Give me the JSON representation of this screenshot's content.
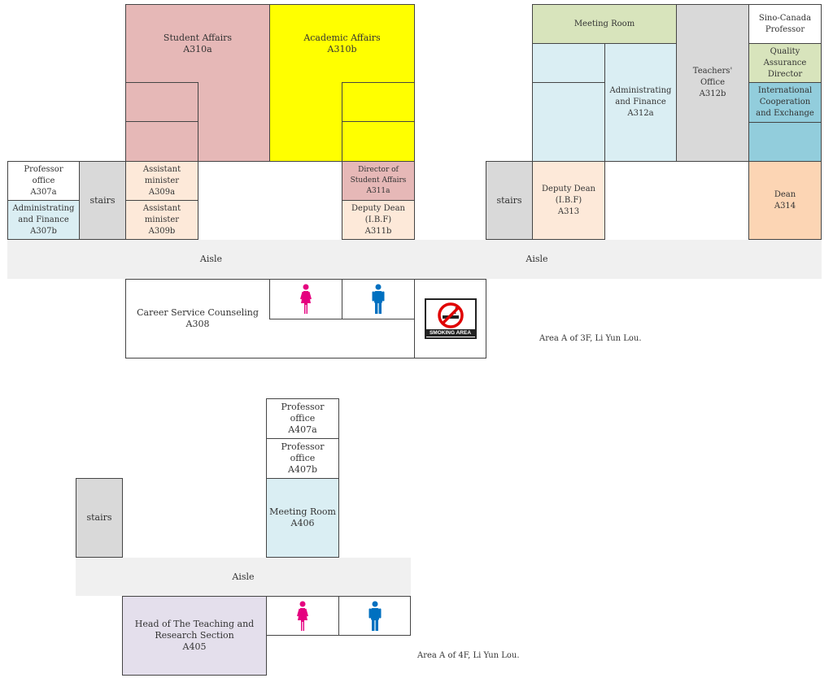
{
  "colors": {
    "pink": "#e6b8b7",
    "yellow": "#ffff00",
    "peach_light": "#fde9d9",
    "blue_light": "#daeef3",
    "gray": "#d9d9d9",
    "green_light": "#d8e4bc",
    "teal": "#92cddc",
    "orange_light": "#fcd5b4",
    "lavender": "#e4dfec",
    "aisle": "#f0f0f0",
    "female_icon": "#e5007f",
    "male_icon": "#0070c0",
    "no_smoking_red": "#e00000"
  },
  "floor3": {
    "caption": "Area A of 3F, Li Yun Lou.",
    "aisle_left": "Aisle",
    "aisle_right": "Aisle",
    "student_affairs": {
      "name": "Student Affairs",
      "code": "A310a"
    },
    "academic_affairs": {
      "name": "Academic Affairs",
      "code": "A310b"
    },
    "professor_office": {
      "name": "Professor\noffice",
      "code": "A307a"
    },
    "admin_finance_left": {
      "name": "Administrating\nand Finance",
      "code": "A307b"
    },
    "stairs_left": "stairs",
    "assistant_a": {
      "name": "Assistant\nminister",
      "code": "A309a"
    },
    "assistant_b": {
      "name": "Assistant\nminister",
      "code": "A309b"
    },
    "director": {
      "name": "Director of\nStudent Affairs",
      "code": "A311a"
    },
    "deputy_left": {
      "name": "Deputy Dean\n(I.B.F)",
      "code": "A311b"
    },
    "career": {
      "name": "Career Service Counseling",
      "code": "A308"
    },
    "smoking_sign": "SMOKING AREA",
    "meeting_room": "Meeting Room",
    "admin_finance_right": {
      "name": "Administrating\nand Finance",
      "code": "A312a"
    },
    "teachers_office": {
      "name": "Teachers'\nOffice",
      "code": "A312b"
    },
    "sino_canada": "Sino-Canada\nProfessor",
    "quality": "Quality\nAssurance\nDirector",
    "international": "International\nCooperation\nand Exchange",
    "stairs_right": "stairs",
    "deputy_right": {
      "name": "Deputy Dean\n(I.B.F)",
      "code": "A313"
    },
    "dean": {
      "name": "Dean",
      "code": "A314"
    }
  },
  "floor4": {
    "caption": "Area A of 4F, Li Yun Lou.",
    "aisle": "Aisle",
    "professor_a": {
      "name": "Professor\noffice",
      "code": "A407a"
    },
    "professor_b": {
      "name": "Professor\noffice",
      "code": "A407b"
    },
    "meeting": {
      "name": "Meeting Room",
      "code": "A406"
    },
    "stairs": "stairs",
    "head": {
      "name": "Head of The Teaching and\nResearch Section",
      "code": "A405"
    }
  }
}
